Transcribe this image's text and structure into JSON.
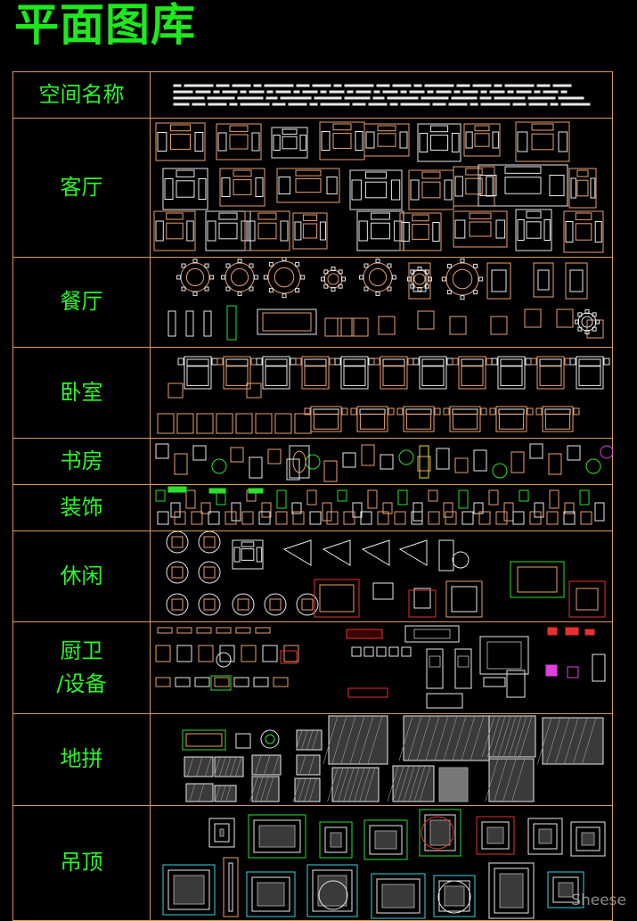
{
  "title": "平面图库",
  "rows": [
    {
      "key": "header",
      "label": "空间名称"
    },
    {
      "key": "living",
      "label": "客厅"
    },
    {
      "key": "dining",
      "label": "餐厅"
    },
    {
      "key": "bedroom",
      "label": "卧室"
    },
    {
      "key": "study",
      "label": "书房"
    },
    {
      "key": "decor",
      "label": "装饰"
    },
    {
      "key": "leisure",
      "label": "休闲"
    },
    {
      "key": "kitchen",
      "label": "厨卫\n/设备"
    },
    {
      "key": "floor",
      "label": "地拼"
    },
    {
      "key": "ceiling",
      "label": "吊顶"
    }
  ],
  "watermark": "Sheese",
  "colors": {
    "title": "#1ee81e",
    "label": "#2cf52c",
    "border": "#d49a5a",
    "line": "#e8a070",
    "white": "#e8e8e8",
    "gray": "#9a9a9a",
    "cyan": "#33d6e6",
    "green": "#2ce12c",
    "red": "#e83030",
    "magenta": "#e040e0",
    "yellow": "#e8e030"
  }
}
